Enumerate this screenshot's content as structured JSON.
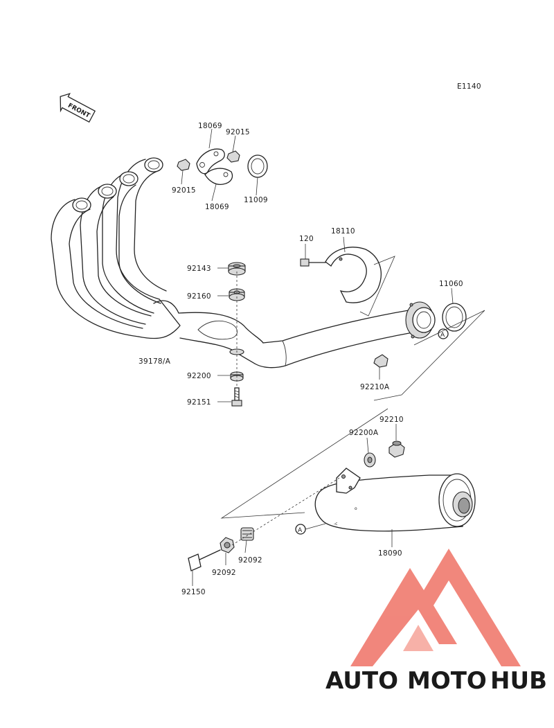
{
  "diagram": {
    "code": "E1140",
    "front_label": "FRONT",
    "callout_ref": "A",
    "parts": {
      "p18069_top": "18069",
      "p92015_top": "92015",
      "p92015_left": "92015",
      "p18069_bottom": "18069",
      "p11009": "11009",
      "p120": "120",
      "p18110": "18110",
      "p11060": "11060",
      "p92143": "92143",
      "p92160": "92160",
      "p39178": "39178/A",
      "p92200": "92200",
      "p92151": "92151",
      "p92210A": "92210A",
      "p92210": "92210",
      "p92200A": "92200A",
      "p92092_right": "92092",
      "p92092_left": "92092",
      "p18090": "18090",
      "p92150": "92150"
    }
  },
  "watermark": {
    "word_part1": "AUTO",
    "word_part2": "MOTO",
    "word_part3": "HUB",
    "color_light": "#f6c47e",
    "color_red": "#f07a6e",
    "color_dark": "#6b6b6b"
  }
}
